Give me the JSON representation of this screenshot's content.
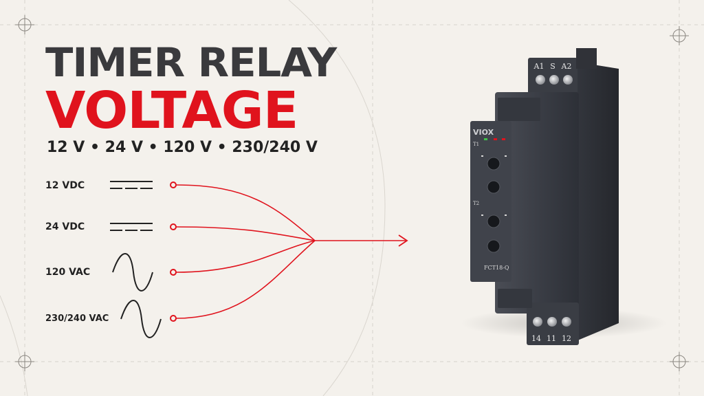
{
  "title": {
    "line1": "TIMER RELAY",
    "line2": "VOLTAGE"
  },
  "voltage_list": "12 V • 24 V • 120 V • 230/240 V",
  "inputs": [
    {
      "label": "12 VDC",
      "symbol": "dc-icon"
    },
    {
      "label": "24 VDC",
      "symbol": "dc-icon"
    },
    {
      "label": "120 VAC",
      "symbol": "ac-sine-icon"
    },
    {
      "label": "230/240 VAC",
      "symbol": "ac-sine-icon"
    }
  ],
  "relay": {
    "brand": "VIOX",
    "model": "FCT18-Q",
    "top_terminals": [
      "A1",
      "S",
      "A2"
    ],
    "bottom_terminals": [
      "14",
      "11",
      "12"
    ],
    "dial_groups": [
      "T1",
      "T2"
    ]
  },
  "colors": {
    "background": "#f4f1ec",
    "accent": "#e0131d",
    "title_dark": "#3a3a3d",
    "relay_body": "#3b3e46"
  }
}
